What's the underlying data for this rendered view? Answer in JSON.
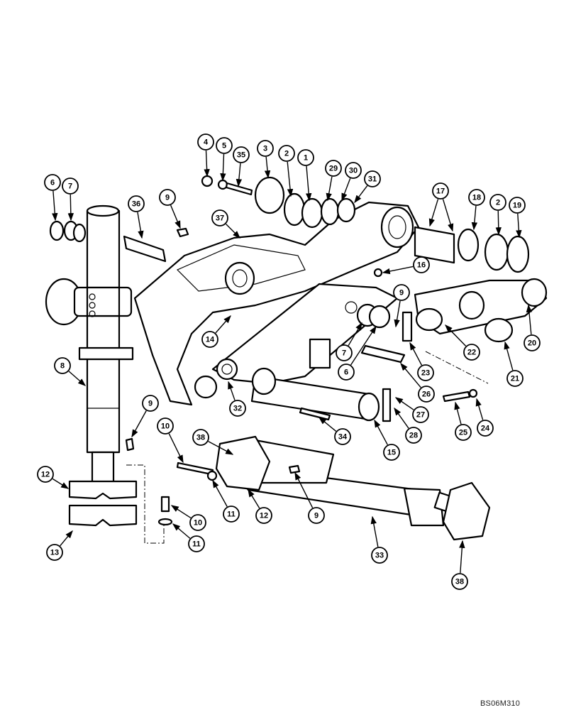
{
  "diagram": {
    "callouts": [
      "4",
      "5",
      "35",
      "3",
      "2",
      "1",
      "29",
      "30",
      "31",
      "17",
      "18",
      "2",
      "19",
      "6",
      "7",
      "36",
      "9",
      "37",
      "16",
      "14",
      "8",
      "9",
      "7",
      "6",
      "22",
      "23",
      "20",
      "21",
      "26",
      "27",
      "28",
      "25",
      "24",
      "34",
      "15",
      "32",
      "9",
      "10",
      "38",
      "12",
      "13",
      "10",
      "11",
      "11",
      "12",
      "9",
      "33",
      "38"
    ],
    "drawing_code": "BS06M310",
    "line_color": "#000000",
    "background": "#ffffff"
  }
}
